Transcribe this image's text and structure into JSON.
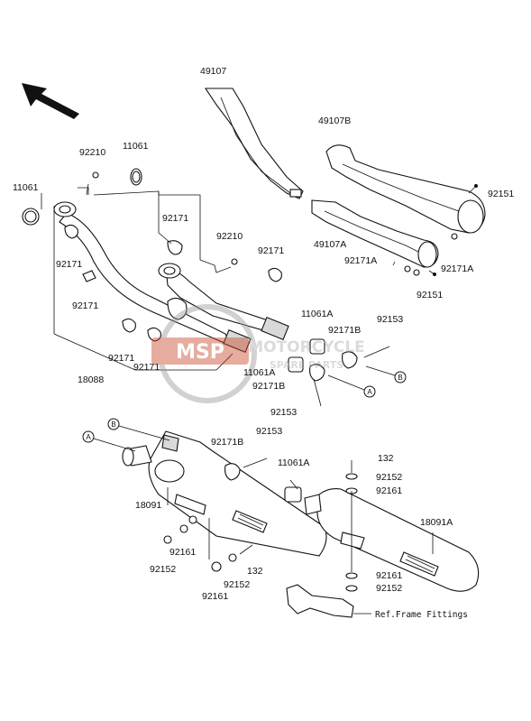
{
  "labels": {
    "p49107": "49107",
    "p49107B": "49107B",
    "p49107A": "49107A",
    "p92151_top": "92151",
    "p92151_bot": "92151",
    "p92171A_l": "92171A",
    "p92171A_r": "92171A",
    "p92210_top": "92210",
    "p11061_top": "11061",
    "p11061_left": "11061",
    "p92171_a": "92171",
    "p92210_mid": "92210",
    "p92171_b": "92171",
    "p92171_c": "92171",
    "p92171_d": "92171",
    "p11061A_top": "11061A",
    "p92171B_top": "92171B",
    "p92153_top": "92153",
    "p92171_e": "92171",
    "p92171_f": "92171",
    "p18088": "18088",
    "p11061A_mid": "11061A",
    "p92171B_mid": "92171B",
    "p92153_mid": "92153",
    "p92171B_low": "92171B",
    "p92153_low": "92153",
    "p11061A_low": "11061A",
    "p132_top": "132",
    "p92152_top": "92152",
    "p92161_top": "92161",
    "p18091": "18091",
    "p18091A": "18091A",
    "p92161_l": "92161",
    "p92152_l": "92152",
    "p132_l": "132",
    "p92152_m": "92152",
    "p92161_m": "92161",
    "p92161_r": "92161",
    "p92152_r": "92152",
    "ref_frame": "Ref.Frame Fittings"
  },
  "callouts": {
    "A": "A",
    "B": "B"
  },
  "watermark": {
    "logo": "MSP",
    "text": "MOTORCYCLE",
    "subtext": "SPARE PARTS",
    "color": "#c94a2c"
  }
}
